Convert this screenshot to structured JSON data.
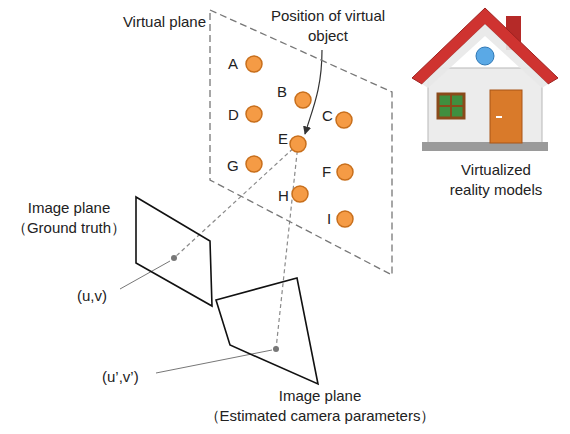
{
  "diagram": {
    "nodes": [
      {
        "text": [
          "Virtual plane"
        ]
      },
      {
        "text": [
          "Image plane （Ground truth）"
        ]
      },
      {
        "text": [
          "Image plane （Estimated camera parameters）"
        ]
      }
    ],
    "labels": [
      "Position of virtual object",
      "A",
      "B",
      "C",
      "D",
      "E",
      "F",
      "G",
      "H",
      "I",
      "Virtualized reality models",
      "(u,v)",
      "(u’,v’)"
    ]
  }
}
